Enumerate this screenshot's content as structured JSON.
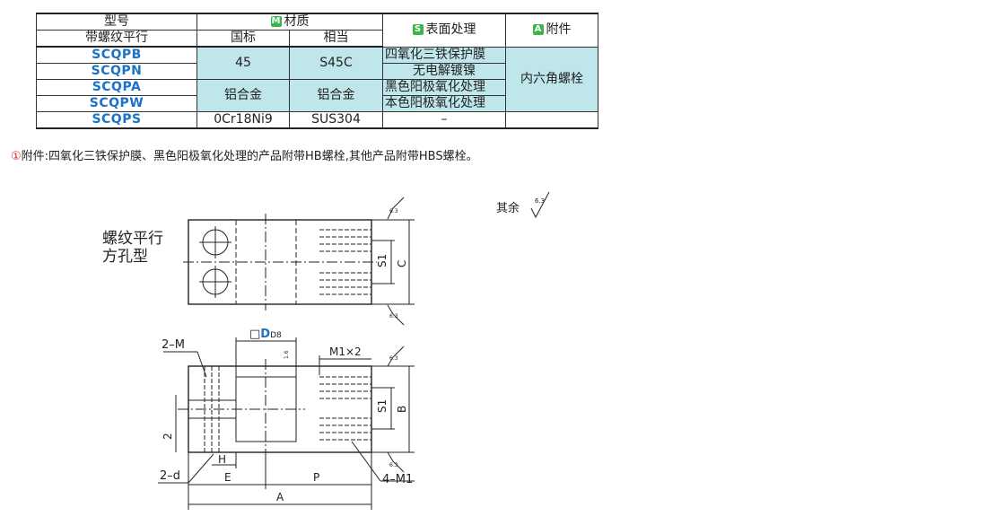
{
  "table": {
    "h_model": "型号",
    "h_model_sub": "带螺纹平行",
    "h_material_badge": "M",
    "h_material": "材质",
    "h_gb": "国标",
    "h_equiv": "相当",
    "h_surface_badge": "S",
    "h_surface": "表面处理",
    "h_acc_badge": "A",
    "h_accessory": "附件",
    "codes": [
      "SCQPB",
      "SCQPN",
      "SCQPA",
      "SCQPW",
      "SCQPS"
    ],
    "mat_gb_1": "45",
    "mat_eq_1": "S45C",
    "mat_gb_2": "铝合金",
    "mat_eq_2": "铝合金",
    "mat_gb_3": "0Cr18Ni9",
    "mat_eq_3": "SUS304",
    "surfaces": [
      "四氧化三铁保护膜",
      "无电解镀镍",
      "黑色阳极氧化处理",
      "本色阳极氧化处理",
      "–"
    ],
    "accessory": "内六角螺栓"
  },
  "note": {
    "icon": "①",
    "text": "附件:四氧化三铁保护膜、黑色阳极氧化处理的产品附带HB螺栓,其他产品附带HBS螺栓。"
  },
  "drawing": {
    "roughness_rest": "其余",
    "roughness_val": "6.3",
    "title_line1": "螺纹平行",
    "title_line2": "方孔型",
    "dim_S1": "S1",
    "dim_C": "C",
    "dim_B": "B",
    "dim_D_box": "□",
    "dim_D": "D",
    "dim_D_tol": "D8",
    "dim_M1x2": "M1×2",
    "dim_2M": "2–M",
    "dim_2": "2",
    "dim_2d": "2–d",
    "dim_H": "H",
    "dim_E": "E",
    "dim_P": "P",
    "dim_A": "A",
    "dim_4M1": "4–M1",
    "rough_small_1": "1.6"
  },
  "colors": {
    "teal": "#bfe6ea",
    "code_blue": "#1a73c9",
    "badge_green": "#3bb54a",
    "note_red": "#d9251c"
  }
}
